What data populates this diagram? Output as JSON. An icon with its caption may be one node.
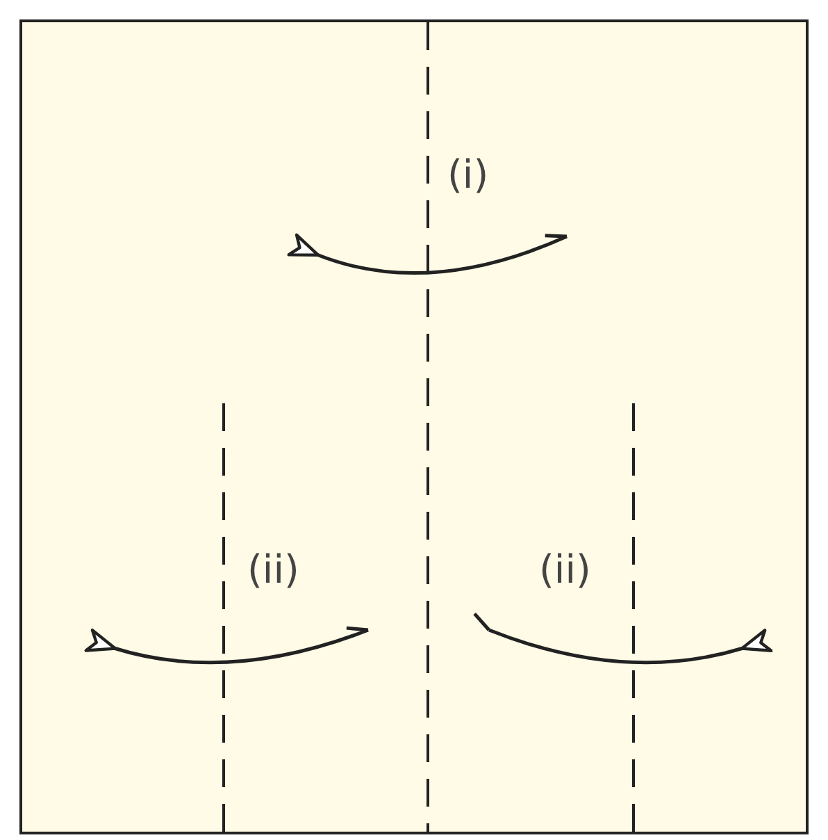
{
  "diagram": {
    "labels": [
      "(i)",
      "(ii)",
      "(ii)"
    ]
  }
}
